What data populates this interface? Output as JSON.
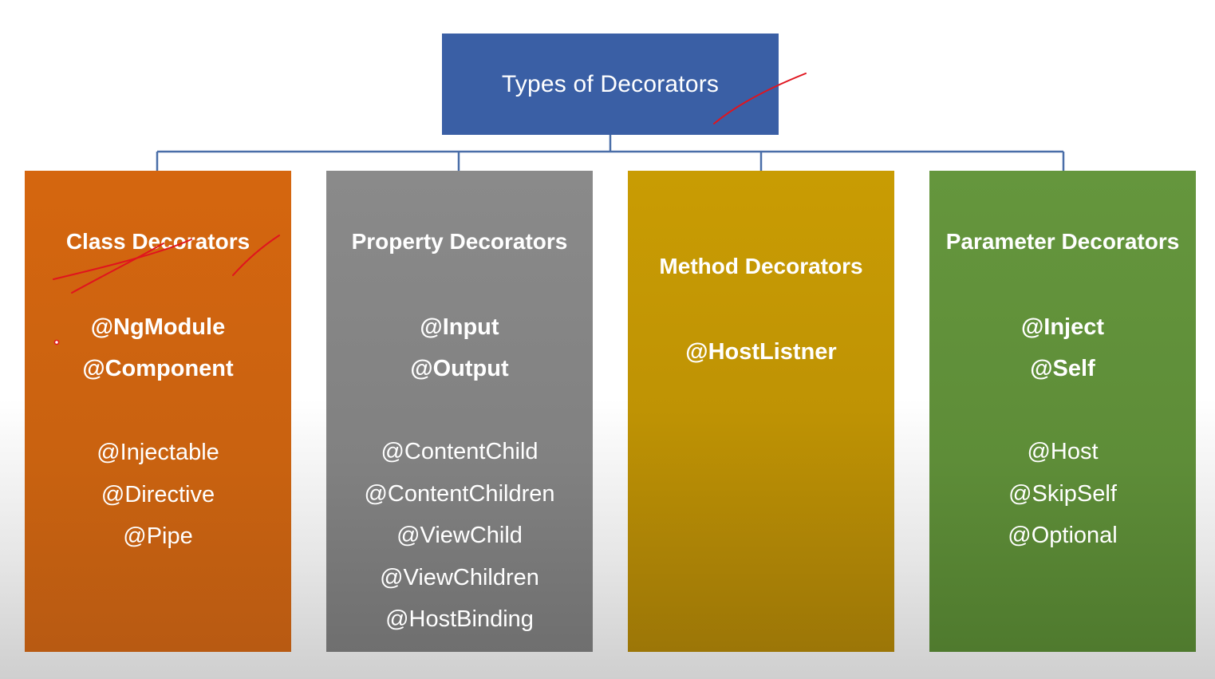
{
  "root": {
    "label": "Types of Decorators"
  },
  "columns": [
    {
      "title": "Class Decorators",
      "primary": [
        "@NgModule",
        "@Component"
      ],
      "secondary": [
        "@Injectable",
        "@Directive",
        "@Pipe"
      ]
    },
    {
      "title": "Property Decorators",
      "primary": [
        "@Input",
        "@Output"
      ],
      "secondary": [
        "@ContentChild",
        "@ContentChildren",
        "@ViewChild",
        "@ViewChildren",
        "@HostBinding"
      ]
    },
    {
      "title": "Method Decorators",
      "primary": [
        "@HostListner"
      ],
      "secondary": []
    },
    {
      "title": "Parameter Decorators",
      "primary": [
        "@Inject",
        "@Self"
      ],
      "secondary": [
        "@Host",
        "@SkipSelf",
        "@Optional"
      ]
    }
  ],
  "colors": {
    "root": "#3a5fa5",
    "connector": "#4a6ea8",
    "class": "#d5660f",
    "property": "#8a8a8a",
    "method": "#c99c03",
    "parameter": "#65963d",
    "annotation": "#e0141e"
  }
}
